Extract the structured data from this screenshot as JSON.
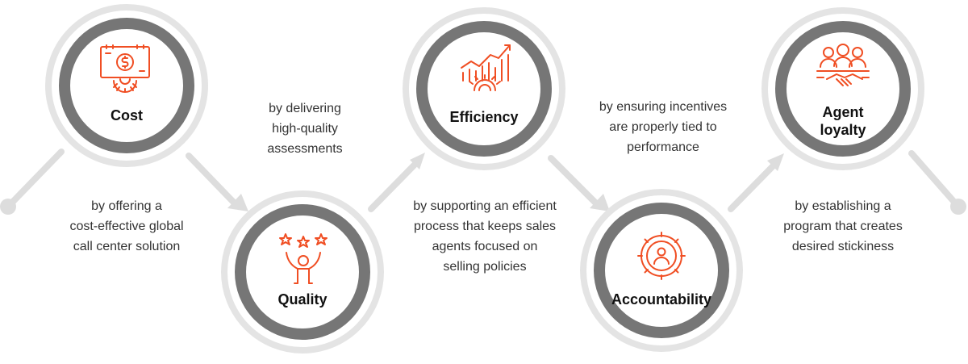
{
  "colors": {
    "accent": "#F04E23",
    "ring_dark": "#767676",
    "ring_light": "#E4E4E4",
    "connector": "#DDDDDD",
    "text": "#111111"
  },
  "steps": [
    {
      "label_lines": [
        "Cost"
      ],
      "icon": "money-gear-icon"
    },
    {
      "label_lines": [
        "Quality"
      ],
      "icon": "stars-person-icon"
    },
    {
      "label_lines": [
        "Efficiency"
      ],
      "icon": "growth-chart-gear-icon"
    },
    {
      "label_lines": [
        "Accountability"
      ],
      "icon": "gear-person-icon"
    },
    {
      "label_lines": [
        "Agent",
        "loyalty"
      ],
      "icon": "team-handshake-icon"
    }
  ],
  "descriptions": [
    {
      "lines": [
        "by offering a",
        "cost-effective global",
        "call center solution"
      ]
    },
    {
      "lines": [
        "by delivering",
        "high-quality",
        "assessments"
      ]
    },
    {
      "lines": [
        "by supporting an efficient",
        "process that keeps sales",
        "agents focused on",
        "selling policies"
      ]
    },
    {
      "lines": [
        "by ensuring incentives",
        "are properly tied to",
        "performance"
      ]
    },
    {
      "lines": [
        "by establishing a",
        "program that creates",
        "desired stickiness"
      ]
    }
  ]
}
